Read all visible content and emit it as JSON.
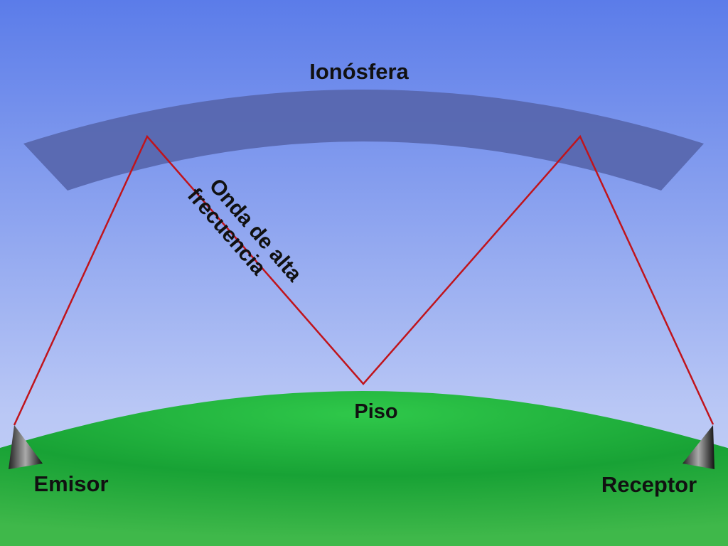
{
  "labels": {
    "ionosphere": "Ionósfera",
    "wave_line1": "Onda de alta",
    "wave_line2": "frecuencia",
    "ground": "Piso",
    "emitter": "Emisor",
    "receiver": "Receptor"
  },
  "colors": {
    "sky_top": "#5b7ce9",
    "sky_bottom": "#c3cff6",
    "ionosphere": "#5766ad",
    "ground_light": "#3fdc5a",
    "ground_dark": "#129a30",
    "wave": "#c0141c"
  }
}
